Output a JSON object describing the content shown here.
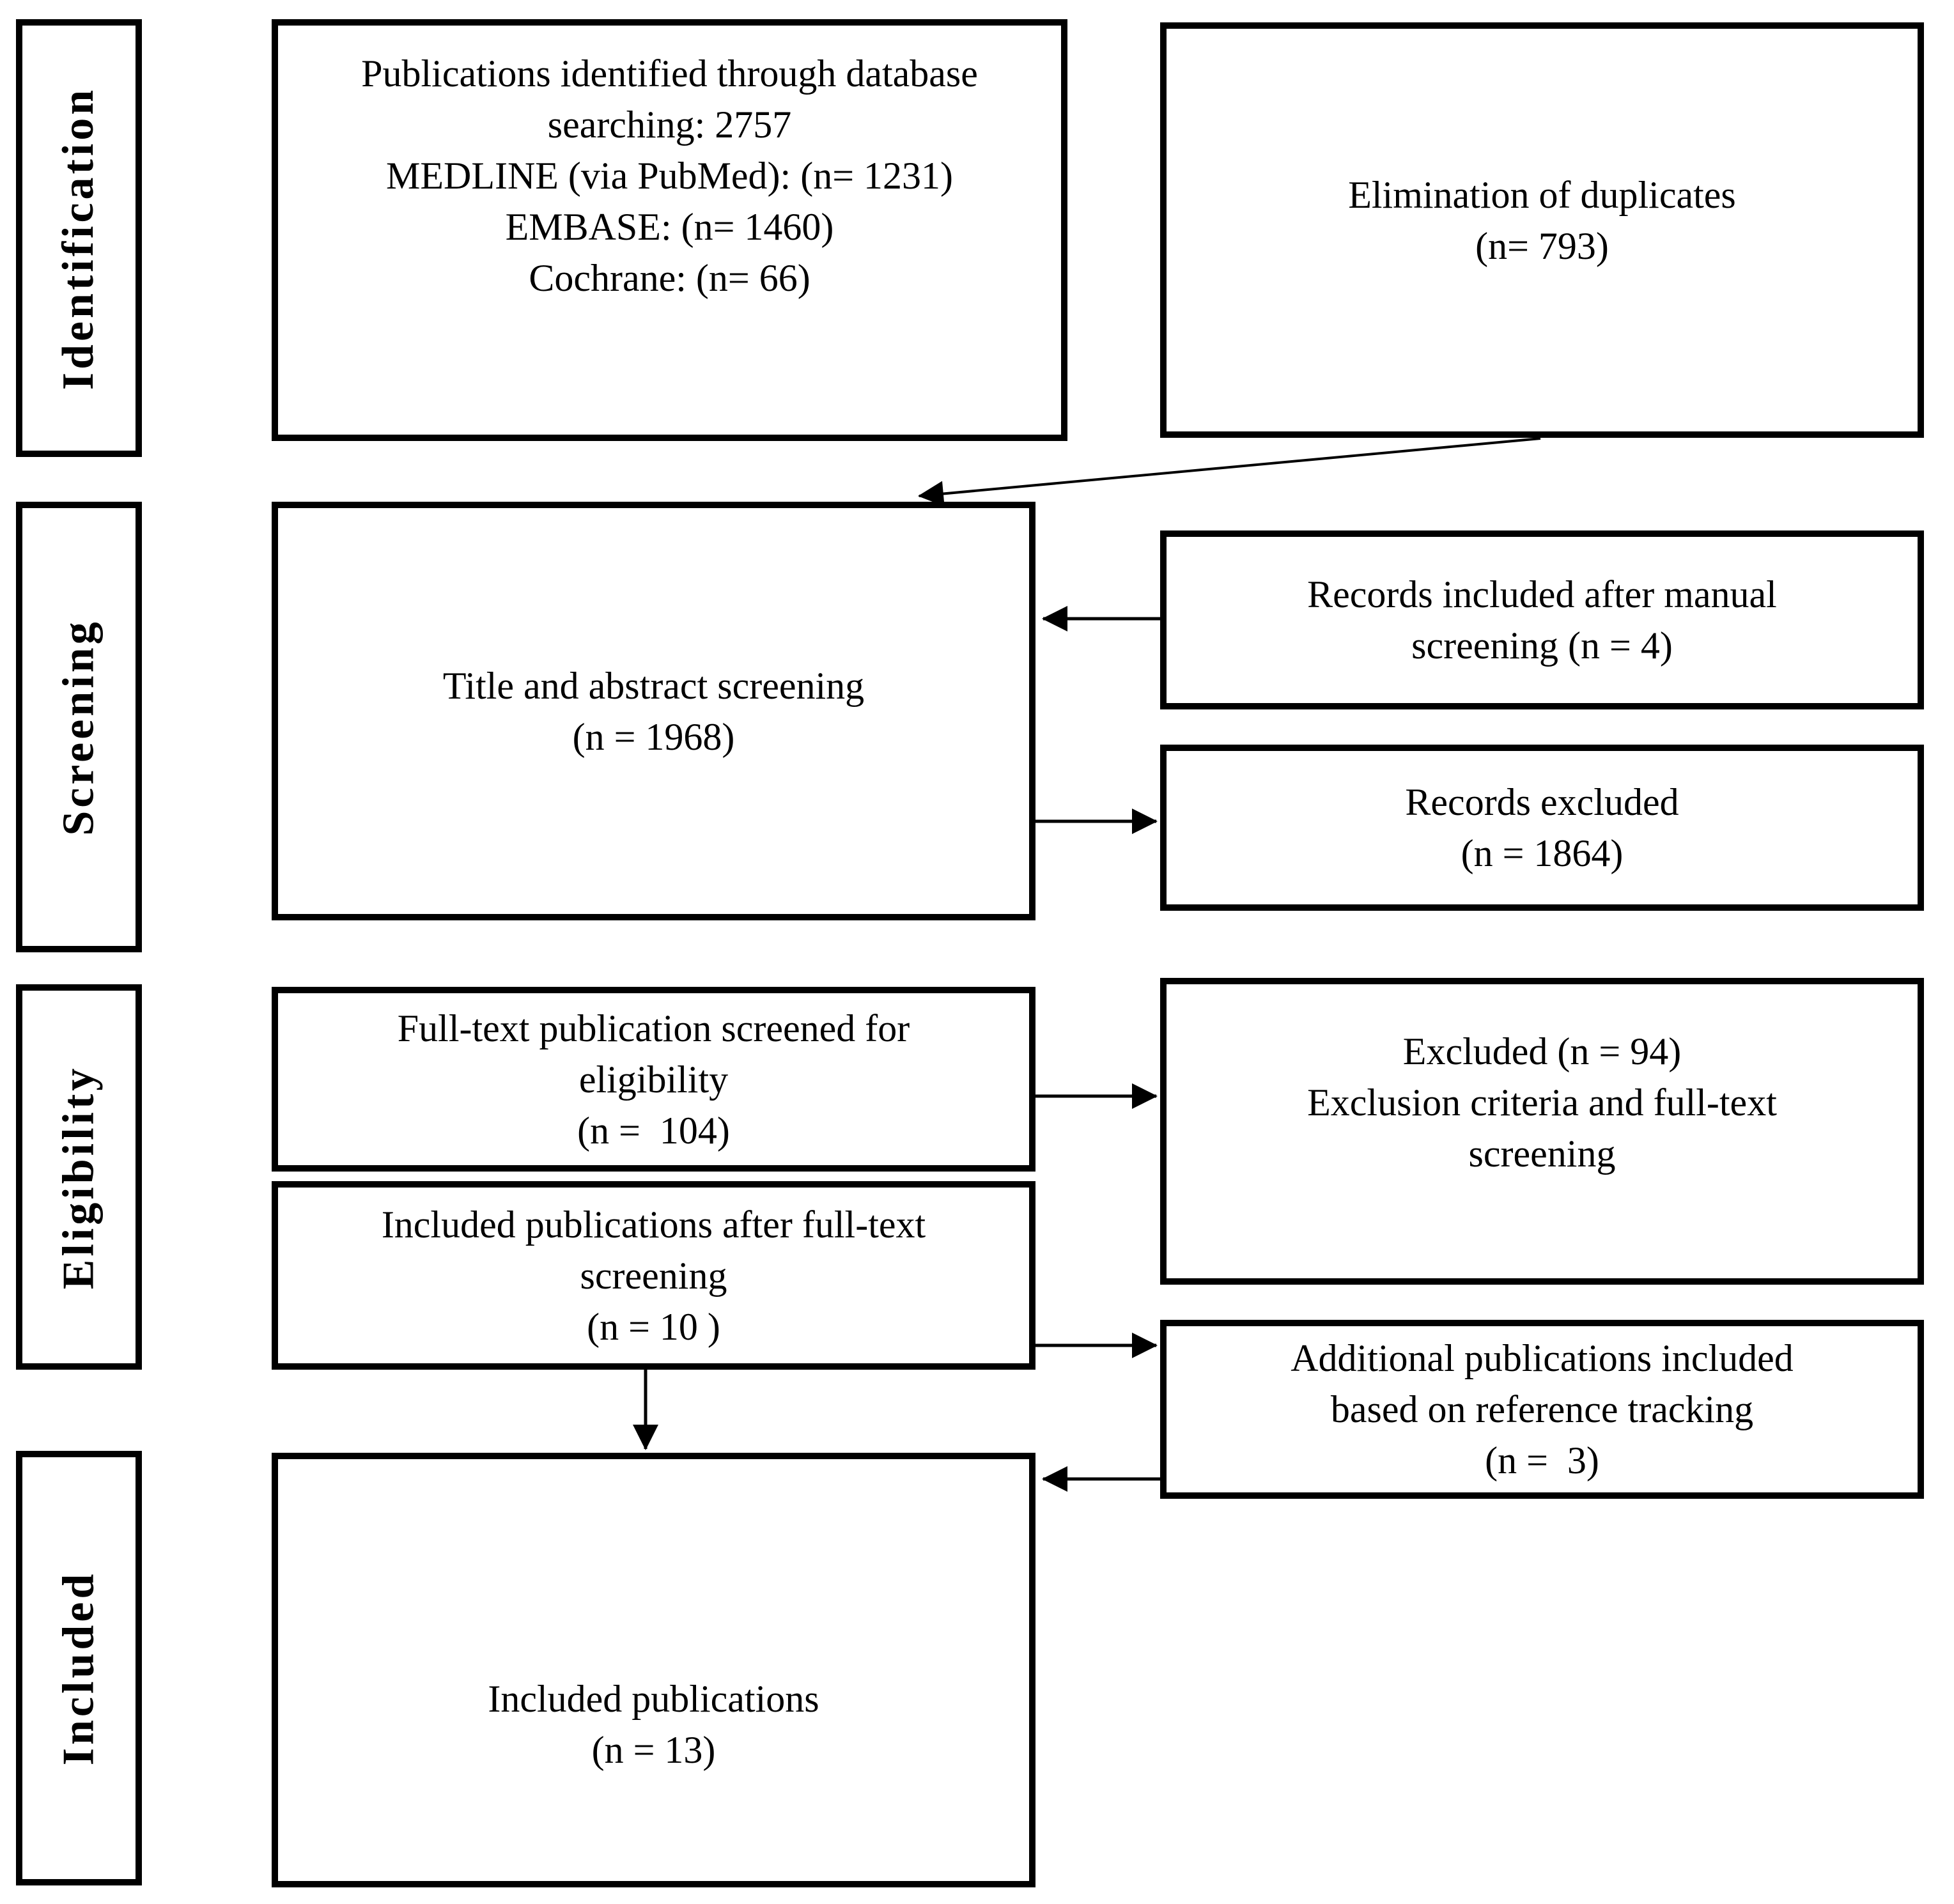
{
  "figure": {
    "type": "prisma-flow-diagram",
    "colors": {
      "box_border": "#000000",
      "background": "#ffffff",
      "text": "#000000"
    },
    "stages": [
      {
        "label": "Identification"
      },
      {
        "label": "Screening"
      },
      {
        "label": "Eligibility"
      },
      {
        "label": "Included"
      }
    ],
    "nodes": {
      "database_search": {
        "lines": [
          "Publications identified through database",
          "searching: 2757",
          "MEDLINE (via PubMed): (n= 1231)",
          "EMBASE: (n= 1460)",
          "Cochrane: (n= 66)"
        ]
      },
      "duplicates": {
        "lines": [
          "Elimination of duplicates",
          "(n= 793)"
        ]
      },
      "title_abstract": {
        "lines": [
          "Title and abstract screening",
          "(n = 1968)"
        ]
      },
      "manual_screening": {
        "lines": [
          "Records included after manual",
          "screening (n = 4)"
        ]
      },
      "records_excluded": {
        "lines": [
          "Records excluded",
          "(n = 1864)"
        ]
      },
      "fulltext_screened": {
        "lines": [
          "Full-text publication screened for",
          "eligibility",
          "(n =  104)"
        ]
      },
      "included_fulltext": {
        "lines": [
          "Included publications after full-text",
          "screening",
          "(n = 10 )"
        ]
      },
      "excluded_fulltext": {
        "lines": [
          "Excluded (n = 94)",
          "Exclusion criteria and full-text",
          "screening"
        ]
      },
      "reference_tracking": {
        "lines": [
          "Additional publications included",
          "based on reference tracking",
          "(n =  3)"
        ]
      },
      "included_final": {
        "lines": [
          "Included publications",
          "(n = 13)"
        ]
      }
    }
  }
}
